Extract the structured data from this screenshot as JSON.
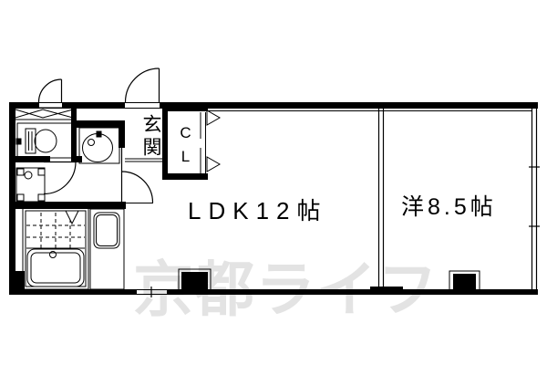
{
  "title": "apartment-floorplan",
  "rooms": {
    "ldk": {
      "label": "LDK12帖"
    },
    "western": {
      "label": "洋8.5帖"
    },
    "entrance": {
      "label": "玄関"
    },
    "closet": {
      "label": "CL"
    }
  },
  "watermark": {
    "text": "京都ライフ",
    "color": "#e3e3e3"
  },
  "fixtures": [
    "toilet",
    "washbasin",
    "bathtub",
    "tiled-bath-floor",
    "washing-machine-pan",
    "kitchen-sink-counter",
    "shoe-cabinet",
    "closet-bifold-door",
    "entrance-door-swing",
    "service-door-swing",
    "washroom-door-swing",
    "hall-door-swing",
    "bathroom-folding-door",
    "window-right-wall",
    "window-bottom-wall",
    "pillar-ldk",
    "pillar-western"
  ],
  "colors": {
    "line": "#000000",
    "background": "#ffffff"
  }
}
